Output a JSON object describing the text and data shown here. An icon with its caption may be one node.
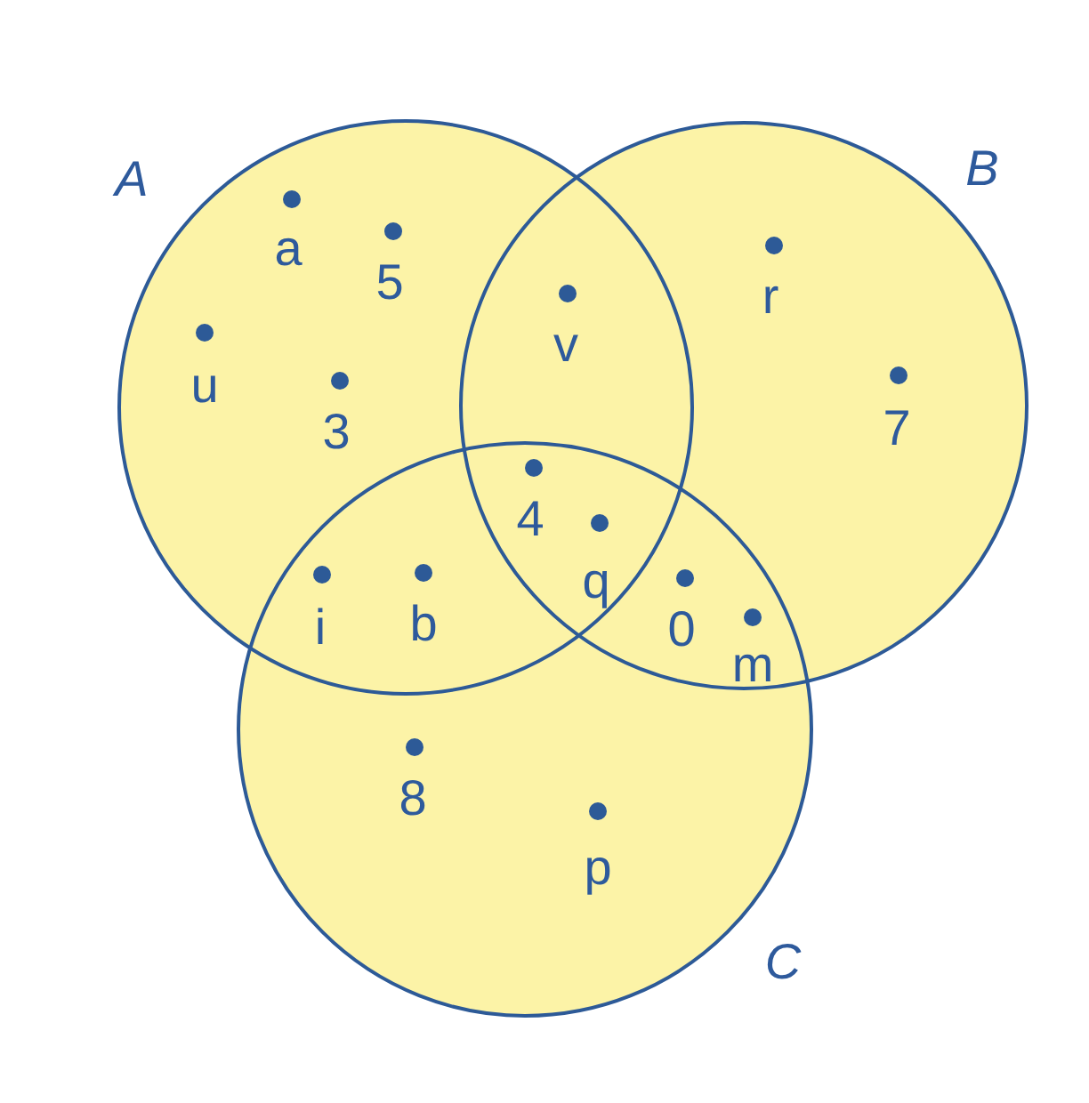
{
  "diagram": {
    "nodes": [
      {
        "text": [
          "A"
        ]
      },
      {
        "text": [
          "B"
        ]
      },
      {
        "text": [
          "C"
        ]
      }
    ],
    "labels": [
      "a",
      "5",
      "r",
      "v",
      "u",
      "3",
      "7",
      "4",
      "q",
      "i",
      "b",
      "0",
      "m",
      "8",
      "p"
    ]
  }
}
